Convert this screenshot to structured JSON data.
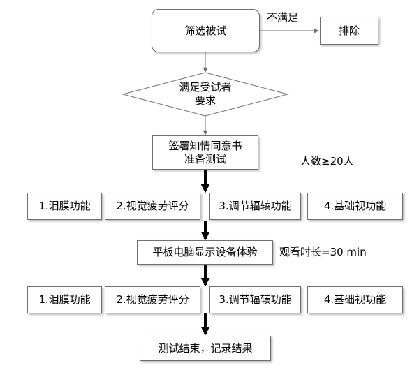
{
  "nodes": {
    "screen": "筛选被试",
    "exclude": "排除",
    "criteria_line1": "满足受试者",
    "criteria_line2": "要求",
    "consent_line1": "签署知情同意书",
    "consent_line2": "准备测试",
    "pre_tests": [
      "1.泪膜功能",
      "2.视觉疲劳评分",
      "3.调节辐辏功能",
      "4.基础视功能"
    ],
    "experience": "平板电脑显示设备体验",
    "post_tests": [
      "1.泪膜功能",
      "2.视觉疲劳评分",
      "3.调节辐辏功能",
      "4.基础视功能"
    ],
    "end": "测试结束，记录结果"
  },
  "labels": {
    "not_met": "不满足",
    "participants": "人数≥20人",
    "duration": "观看时长=30 min"
  }
}
